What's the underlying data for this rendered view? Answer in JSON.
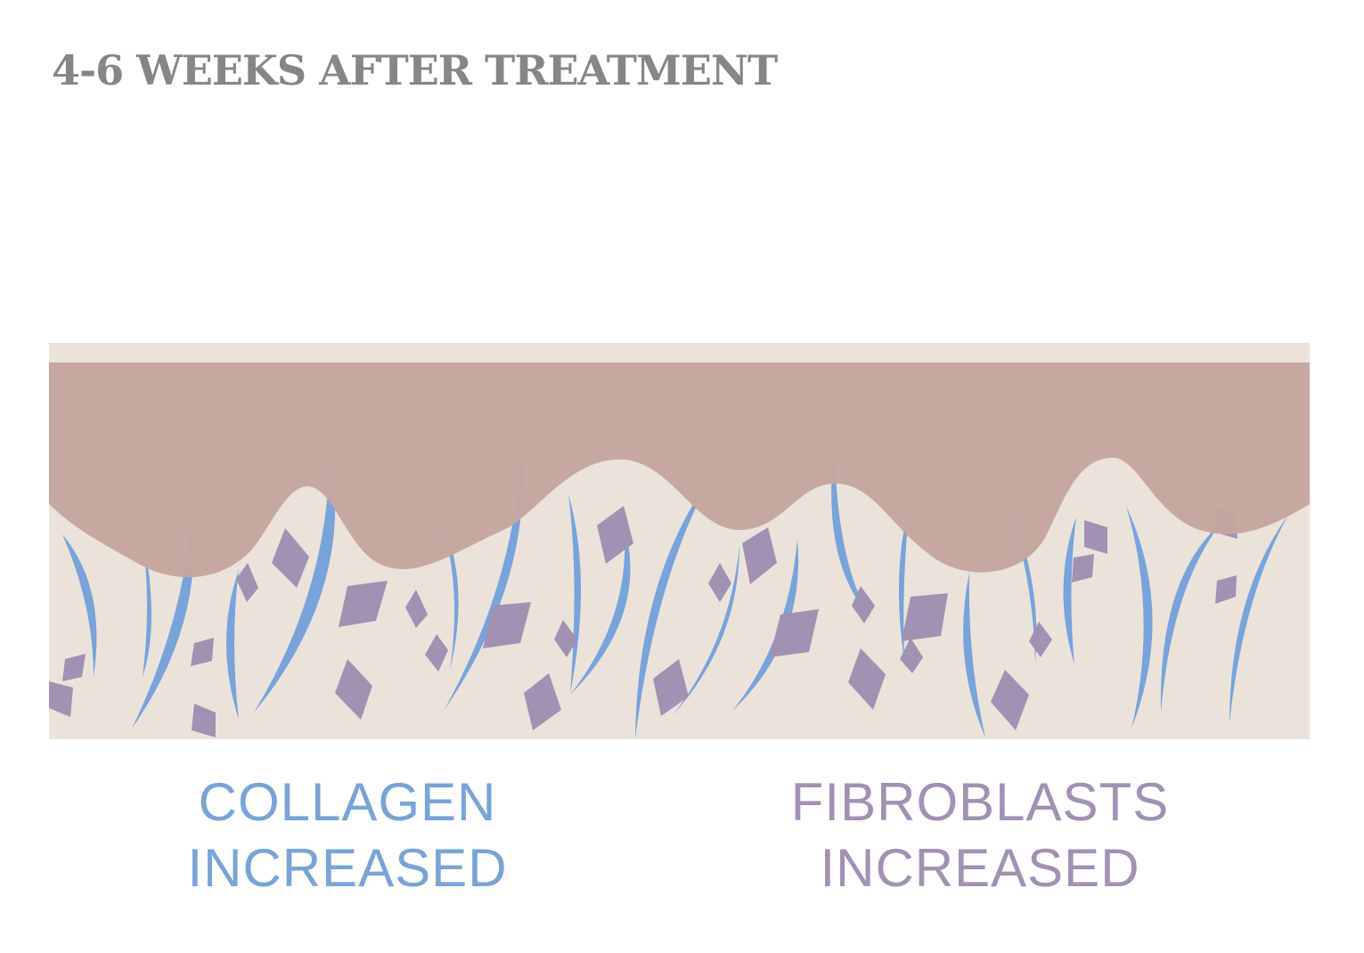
{
  "title": "4-6 WEEKS AFTER TREATMENT",
  "legend": {
    "collagen": {
      "line1": "COLLAGEN",
      "line2": "INCREASED"
    },
    "fibroblasts": {
      "line1": "FIBROBLASTS",
      "line2": "INCREASED"
    }
  },
  "colors": {
    "title": "#868686",
    "dermis": "#ebe3da",
    "epidermis": "#c5a69e",
    "collagen": "#78a3db",
    "fibroblasts": "#a191b3"
  }
}
